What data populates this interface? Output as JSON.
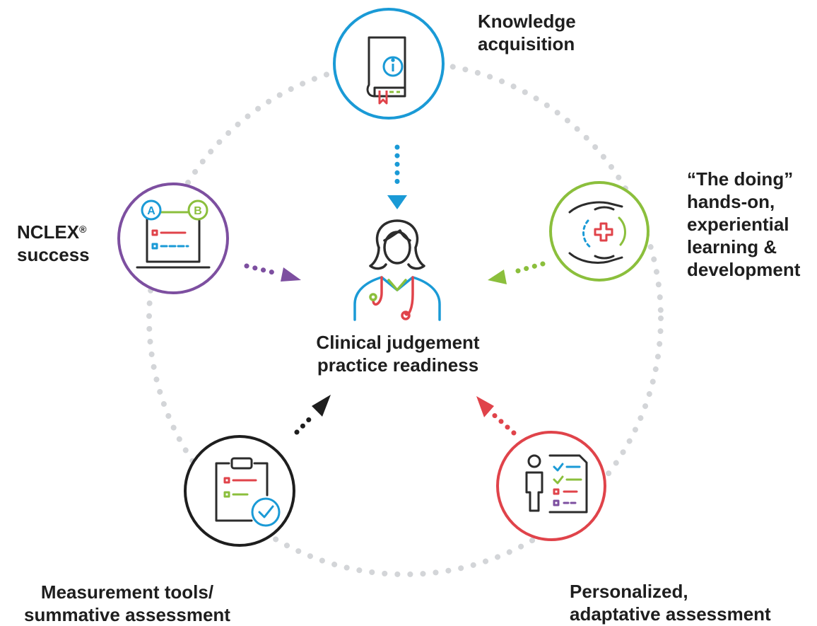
{
  "colors": {
    "knowledge": "#1a9ad6",
    "doing": "#8bbf3c",
    "personalized": "#e0434a",
    "measurement": "#1e1e1e",
    "nclex": "#7d4fa0",
    "ring_dots": "#d3d5d8"
  },
  "center": {
    "icon": "nurse-icon",
    "line1": "Clinical judgement",
    "line2": "practice readiness"
  },
  "nodes": {
    "knowledge": {
      "icon": "info-book-icon",
      "line1": "Knowledge",
      "line2": "acquisition"
    },
    "doing": {
      "icon": "caring-hands-icon",
      "line1": "“The doing”",
      "line2": "hands-on,",
      "line3": "experiential",
      "line4": "learning &",
      "line5": "development"
    },
    "personalized": {
      "icon": "person-checklist-icon",
      "line1": "Personalized,",
      "line2": "adaptative assessment"
    },
    "measurement": {
      "icon": "clipboard-check-icon",
      "line1": "Measurement tools/",
      "line2": "summative assessment"
    },
    "nclex": {
      "icon": "laptop-quiz-icon",
      "line1": "NCLEX",
      "line1_sup": "®",
      "line2": "success",
      "option_a": "A",
      "option_b": "B"
    }
  }
}
